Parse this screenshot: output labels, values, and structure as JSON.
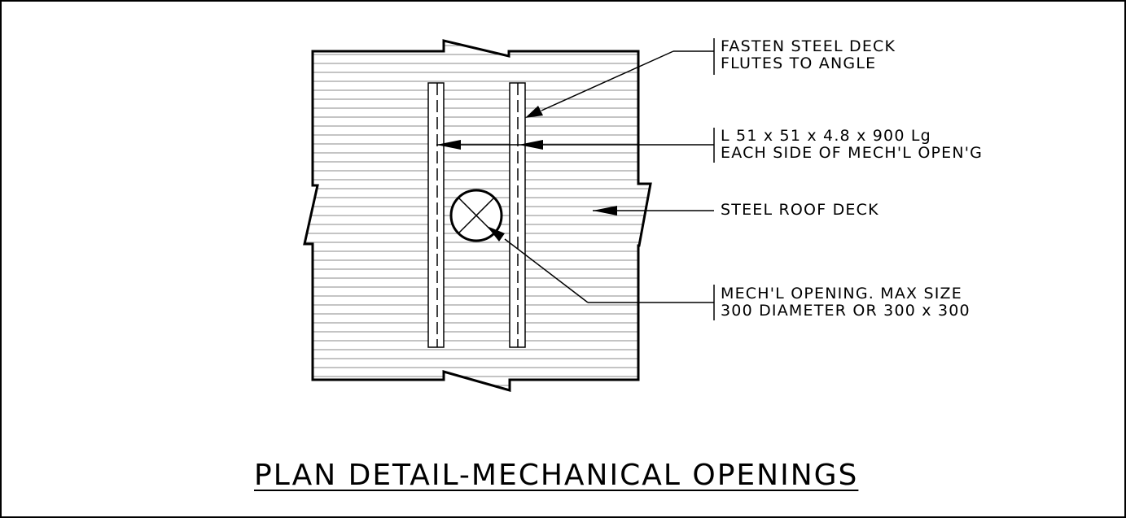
{
  "notes": {
    "fasten": {
      "line1": "FASTEN STEEL DECK",
      "line2": "FLUTES TO ANGLE"
    },
    "angle": {
      "line1": "L 51 x 51 x 4.8 x 900 Lg",
      "line2": "EACH SIDE OF MECH'L OPEN'G"
    },
    "deck": {
      "line1": "STEEL ROOF DECK"
    },
    "opening": {
      "line1": "MECH'L OPENING. MAX SIZE",
      "line2": "300 DIAMETER OR 300 x 300"
    }
  },
  "title": "PLAN DETAIL-MECHANICAL OPENINGS",
  "colors": {
    "line": "#000000",
    "hatch": "#8a8a8a",
    "background": "#ffffff"
  }
}
